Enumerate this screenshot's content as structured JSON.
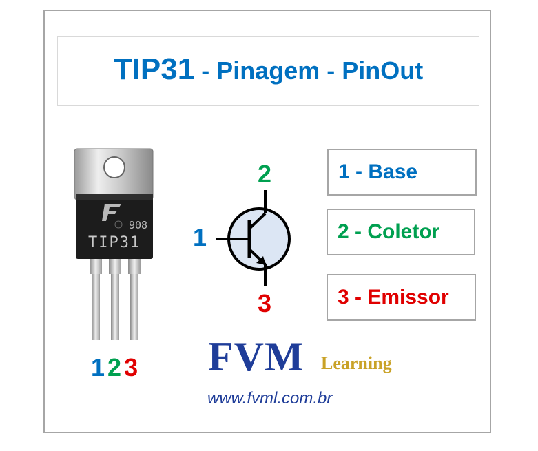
{
  "title": {
    "part": "TIP31",
    "rest": " - Pinagem - PinOut"
  },
  "pins": [
    {
      "label": "1 - Base"
    },
    {
      "label": "2 - Coletor"
    },
    {
      "label": "3 - Emissor"
    }
  ],
  "symbol": {
    "base_num": "1",
    "collector_num": "2",
    "emitter_num": "3"
  },
  "package": {
    "marking": "TIP31",
    "code": "908",
    "legs": [
      "1",
      "2",
      "3"
    ]
  },
  "brand": {
    "name": "FVM",
    "sub": "Learning",
    "url": "www.fvml.com.br"
  },
  "colors": {
    "blue": "#0070c0",
    "green": "#00a050",
    "red": "#e00000",
    "navy": "#1f3d99",
    "gold": "#c9a227"
  }
}
